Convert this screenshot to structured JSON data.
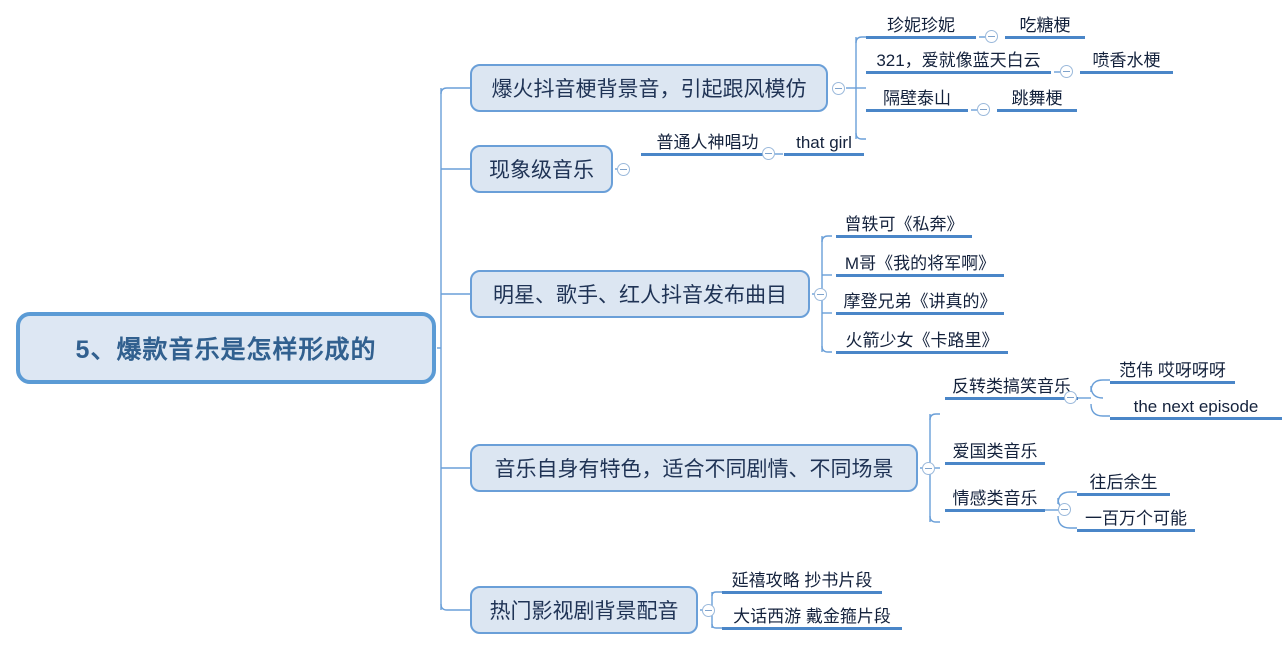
{
  "diagram": {
    "type": "mindmap",
    "title": "5、爆款音乐是怎样形成的",
    "colors": {
      "node_fill": "#dce6f2",
      "node_border": "#6a9fd8",
      "root_border": "#5b9bd5",
      "root_text": "#31608f",
      "leaf_underline": "#4a86c8",
      "link_line": "#6a9fd8",
      "text": "#14223c",
      "background": "#ffffff"
    },
    "root": {
      "label": "5、爆款音乐是怎样形成的"
    },
    "branches": [
      {
        "label": "爆火抖音梗背景音，引起跟风模仿",
        "toggle": "collapse-toggle",
        "children": [
          {
            "label": "珍妮珍妮",
            "toggle": "collapse-toggle",
            "children": [
              {
                "label": "吃糖梗"
              }
            ]
          },
          {
            "label": "321，爱就像蓝天白云",
            "toggle": "collapse-toggle",
            "children": [
              {
                "label": "喷香水梗"
              }
            ]
          },
          {
            "label": "隔壁泰山",
            "toggle": "collapse-toggle",
            "children": [
              {
                "label": "跳舞梗"
              }
            ]
          }
        ]
      },
      {
        "label": "现象级音乐",
        "toggle": "collapse-toggle",
        "children": [
          {
            "label": "普通人神唱功",
            "toggle": "collapse-toggle",
            "children": [
              {
                "label": "that girl"
              }
            ]
          }
        ]
      },
      {
        "label": "明星、歌手、红人抖音发布曲目",
        "toggle": "collapse-toggle",
        "children": [
          {
            "label": "曾轶可《私奔》"
          },
          {
            "label": "M哥《我的将军啊》"
          },
          {
            "label": "摩登兄弟《讲真的》"
          },
          {
            "label": "火箭少女《卡路里》"
          }
        ]
      },
      {
        "label": "音乐自身有特色，适合不同剧情、不同场景",
        "toggle": "collapse-toggle",
        "children": [
          {
            "label": "反转类搞笑音乐",
            "toggle": "collapse-toggle",
            "children": [
              {
                "label": "范伟 哎呀呀呀"
              },
              {
                "label": "the next episode"
              }
            ]
          },
          {
            "label": "爱国类音乐"
          },
          {
            "label": "情感类音乐",
            "toggle": "collapse-toggle",
            "children": [
              {
                "label": "往后余生"
              },
              {
                "label": "一百万个可能"
              }
            ]
          }
        ]
      },
      {
        "label": "热门影视剧背景配音",
        "toggle": "collapse-toggle",
        "children": [
          {
            "label": "延禧攻略 抄书片段"
          },
          {
            "label": "大话西游 戴金箍片段"
          }
        ]
      }
    ]
  }
}
